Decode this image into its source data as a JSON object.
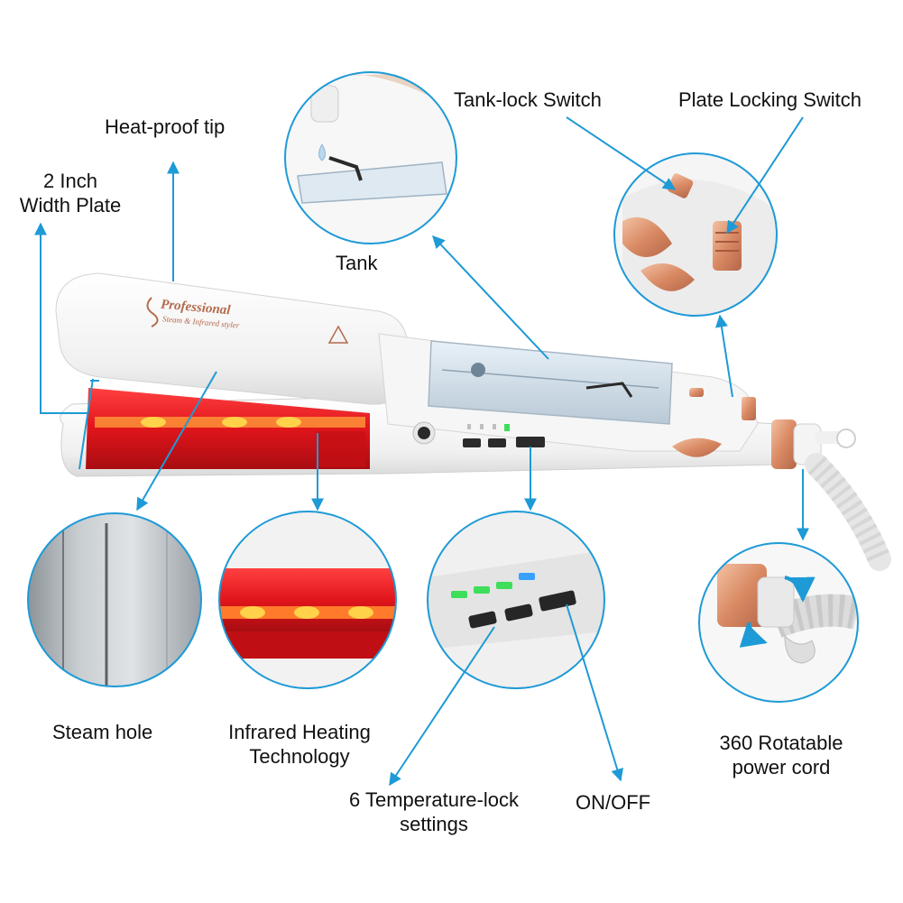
{
  "labels": {
    "heat_proof_tip": "Heat-proof tip",
    "width_plate": [
      "2 Inch",
      "Width Plate"
    ],
    "tank": "Tank",
    "tank_lock_switch": "Tank-lock Switch",
    "plate_locking_switch": "Plate Locking Switch",
    "steam_hole": "Steam hole",
    "infrared_heating": [
      "Infrared Heating",
      "Technology"
    ],
    "temperature_lock": [
      "6 Temperature-lock",
      "settings"
    ],
    "on_off": "ON/OFF",
    "power_cord": [
      "360 Rotatable",
      "power cord"
    ]
  },
  "device": {
    "brand_name": "Professional",
    "brand_tagline": "Steam & Infrared styler"
  },
  "colors": {
    "callout_line": "#1e9ad6",
    "infrared_red": "#e0151b",
    "rose_gold": "#d98a63",
    "indicator_green": "#3dde5a",
    "indicator_blue": "#3aa0ff"
  },
  "icons": [
    "water-drop-icon",
    "rotate-arrows-icon",
    "warning-triangle-icon"
  ]
}
